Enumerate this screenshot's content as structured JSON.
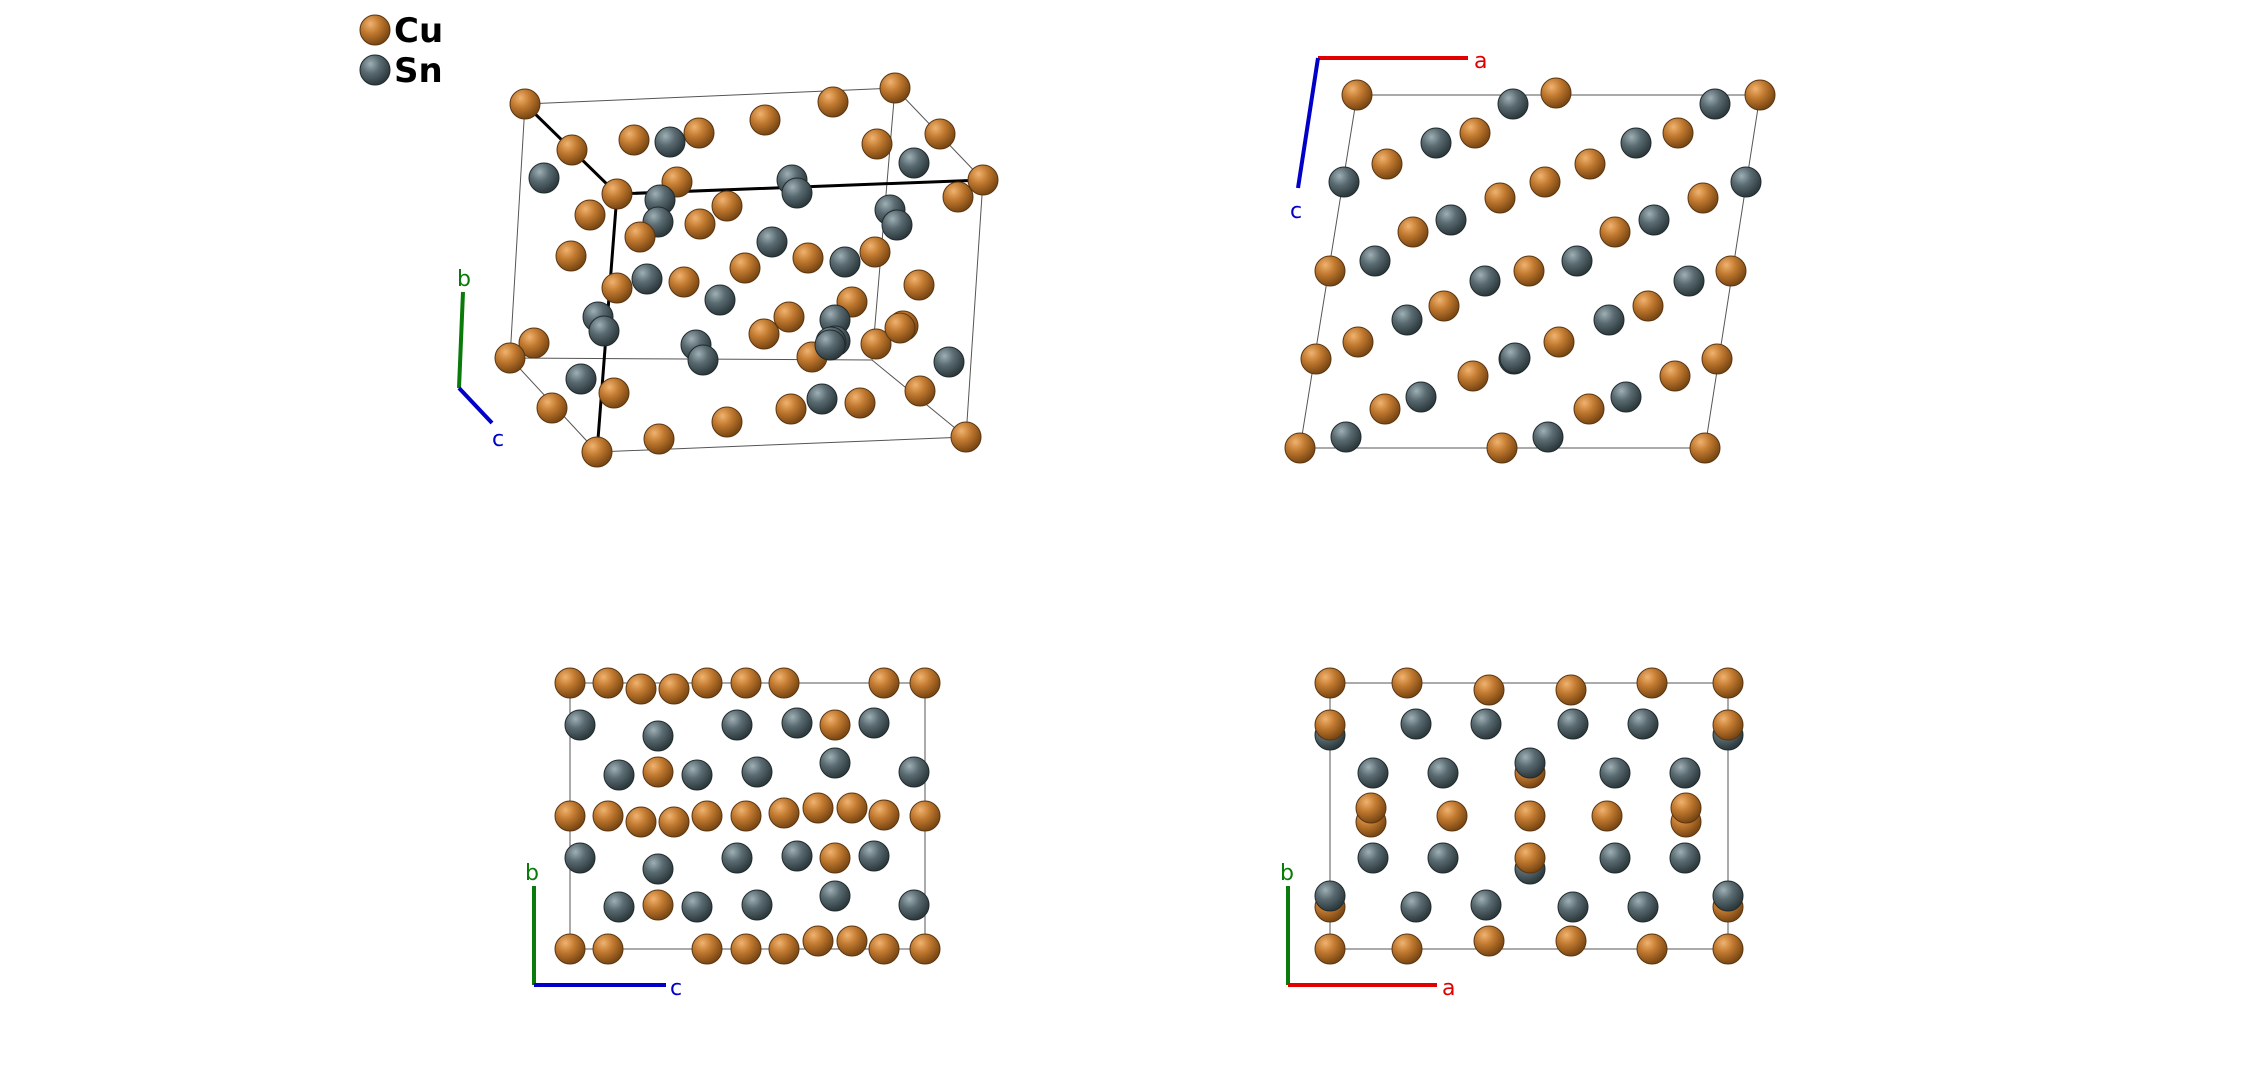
{
  "legend": {
    "items": [
      {
        "label": "Cu",
        "color": "#b8722c",
        "highlight": "#e7a55e"
      },
      {
        "label": "Sn",
        "color": "#52636a",
        "highlight": "#8a9ba0"
      }
    ]
  },
  "axes": {
    "a": {
      "label": "a",
      "color": "#e00000"
    },
    "b": {
      "label": "b",
      "color": "#0a7a0a"
    },
    "c": {
      "label": "c",
      "color": "#0000c8"
    }
  },
  "views": [
    {
      "id": "perspective",
      "axis_labels": [
        "b",
        "c"
      ]
    },
    {
      "id": "along-b",
      "axis_labels": [
        "a",
        "c"
      ]
    },
    {
      "id": "along-a",
      "axis_labels": [
        "b",
        "c"
      ]
    },
    {
      "id": "along-c",
      "axis_labels": [
        "b",
        "a"
      ]
    }
  ]
}
